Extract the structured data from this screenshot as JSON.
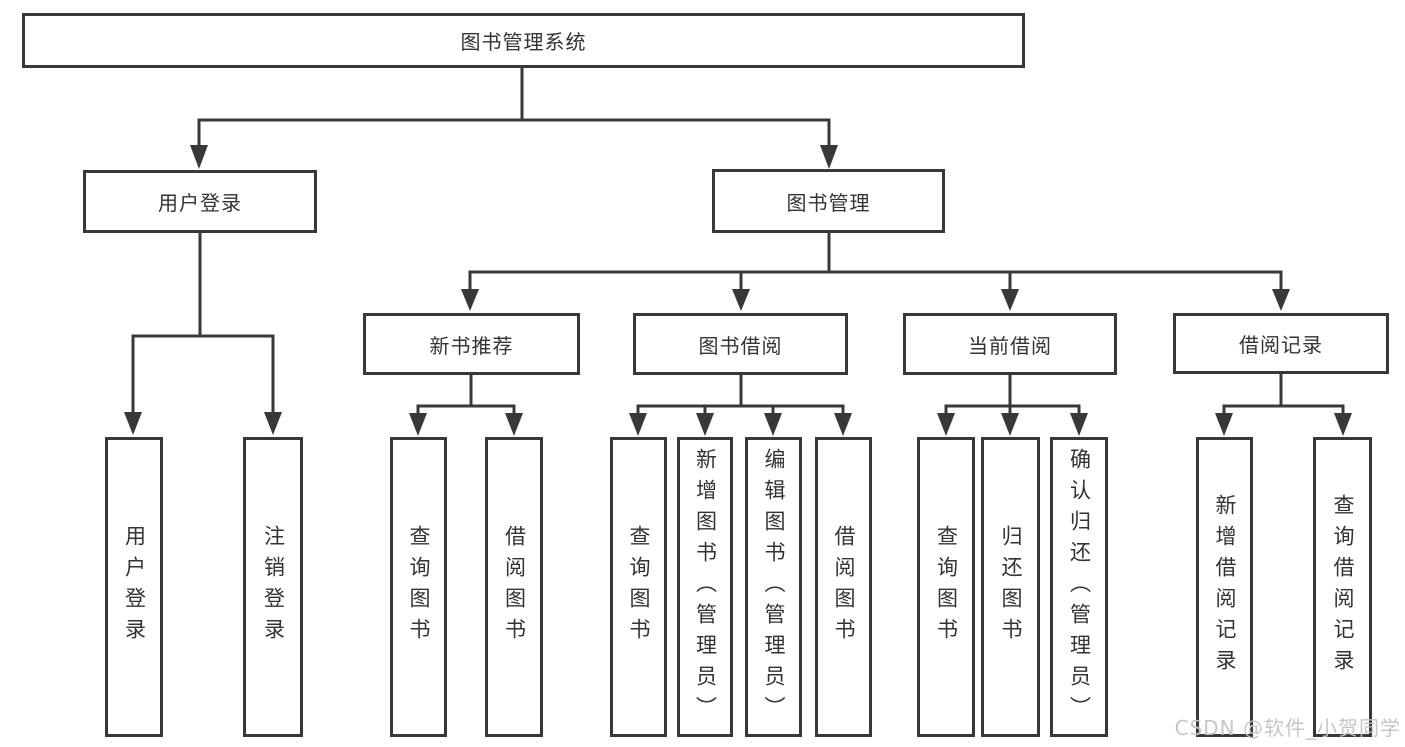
{
  "diagram": {
    "title": "图书管理系统",
    "watermark": "CSDN @软件_小贺同学",
    "colors": {
      "line": "#383838",
      "text": "#333333",
      "background": "#ffffff",
      "watermark": "#c3c3c3"
    },
    "nodes": {
      "root": {
        "label": "图书管理系统"
      },
      "user_login": {
        "label": "用户登录"
      },
      "book_mgmt": {
        "label": "图书管理"
      },
      "new_book_rec": {
        "label": "新书推荐"
      },
      "book_borrow": {
        "label": "图书借阅"
      },
      "current_borrow": {
        "label": "当前借阅"
      },
      "borrow_records": {
        "label": "借阅记录"
      },
      "v_user_login": {
        "label": "用户登录"
      },
      "v_logout": {
        "label": "注销登录"
      },
      "v_query_book_1": {
        "label": "查询图书"
      },
      "v_borrow_book_1": {
        "label": "借阅图书"
      },
      "v_query_book_2": {
        "label": "查询图书"
      },
      "v_add_book": {
        "label": "新增图书（管理员）"
      },
      "v_edit_book": {
        "label": "编辑图书（管理员）"
      },
      "v_borrow_book_2": {
        "label": "借阅图书"
      },
      "v_query_book_3": {
        "label": "查询图书"
      },
      "v_return_book": {
        "label": "归还图书"
      },
      "v_confirm_return": {
        "label": "确认归还（管理员）"
      },
      "v_add_borrow_record": {
        "label": "新增借阅记录"
      },
      "v_query_borrow_record": {
        "label": "查询借阅记录"
      }
    },
    "hierarchy": {
      "图书管理系统": {
        "用户登录": [
          "用户登录",
          "注销登录"
        ],
        "图书管理": {
          "新书推荐": [
            "查询图书",
            "借阅图书"
          ],
          "图书借阅": [
            "查询图书",
            "新增图书（管理员）",
            "编辑图书（管理员）",
            "借阅图书"
          ],
          "当前借阅": [
            "查询图书",
            "归还图书",
            "确认归还（管理员）"
          ],
          "借阅记录": [
            "新增借阅记录",
            "查询借阅记录"
          ]
        }
      }
    }
  }
}
